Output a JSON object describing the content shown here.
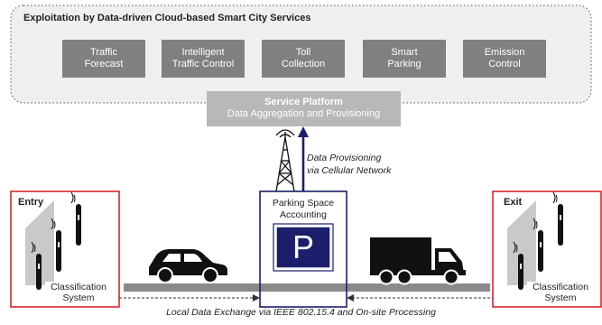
{
  "cloud": {
    "title": "Exploitation by Data-driven Cloud-based Smart City Services"
  },
  "services": [
    {
      "label": "Traffic\nForecast"
    },
    {
      "label": "Intelligent\nTraffic Control"
    },
    {
      "label": "Toll\nCollection"
    },
    {
      "label": "Smart\nParking"
    },
    {
      "label": "Emission\nControl"
    }
  ],
  "platform": {
    "title": "Service Platform",
    "subtitle": "Data Aggregation and Provisioning"
  },
  "provisioning": {
    "line1": "Data Provisioning",
    "line2": "via Cellular Network"
  },
  "entry": {
    "title": "Entry",
    "system_label": "Classification\nSystem"
  },
  "exit": {
    "title": "Exit",
    "system_label": "Classification\nSystem"
  },
  "parking": {
    "title": "Parking Space\nAccounting",
    "sign": "P"
  },
  "local_exchange": "Local Data Exchange via IEEE 802.15.4 and On-site Processing",
  "colors": {
    "red": "#d9262b",
    "navy": "#1b1f6b",
    "gray": "#808080",
    "light_gray": "#b8b8b8",
    "road": "#8a8a8a"
  }
}
